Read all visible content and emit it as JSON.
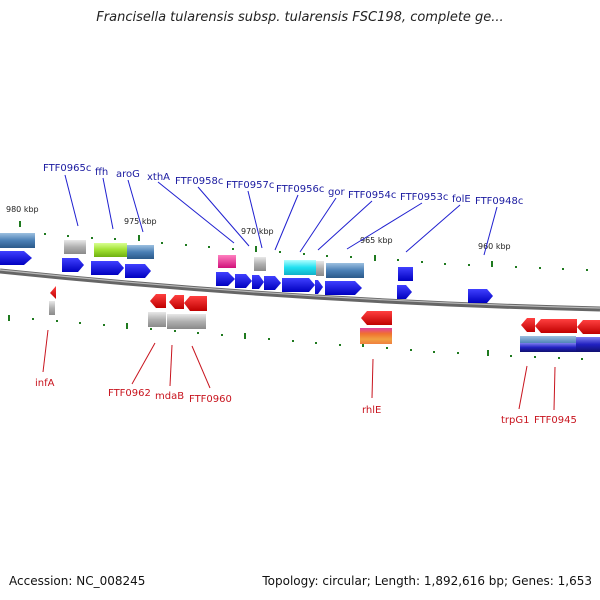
{
  "title": "Francisella tularensis subsp. tularensis FSC198, complete ge...",
  "footer": {
    "accession": "Accession: NC_008245",
    "topology": "Topology: circular; Length: 1,892,616 bp; Genes: 1,653"
  },
  "scale_labels": [
    "980 kbp",
    "975 kbp",
    "970 kbp",
    "965 kbp",
    "960 kbp"
  ],
  "top_labels": [
    "FTF0965c",
    "ffh",
    "aroG",
    "xthA",
    "FTF0958c",
    "FTF0957c",
    "FTF0956c",
    "gor",
    "FTF0954c",
    "FTF0953c",
    "folE",
    "FTF0948c"
  ],
  "bottom_labels": [
    "infA",
    "FTF0962",
    "mdaB",
    "FTF0960",
    "rhlE",
    "trpG1",
    "FTF0945"
  ],
  "colors": {
    "forward": "#1010e0",
    "reverse": "#e81010",
    "label_blue": "#1a1aa0",
    "label_red": "#c8141e",
    "tick": "#1f7a1f",
    "backbone": "#777777"
  }
}
